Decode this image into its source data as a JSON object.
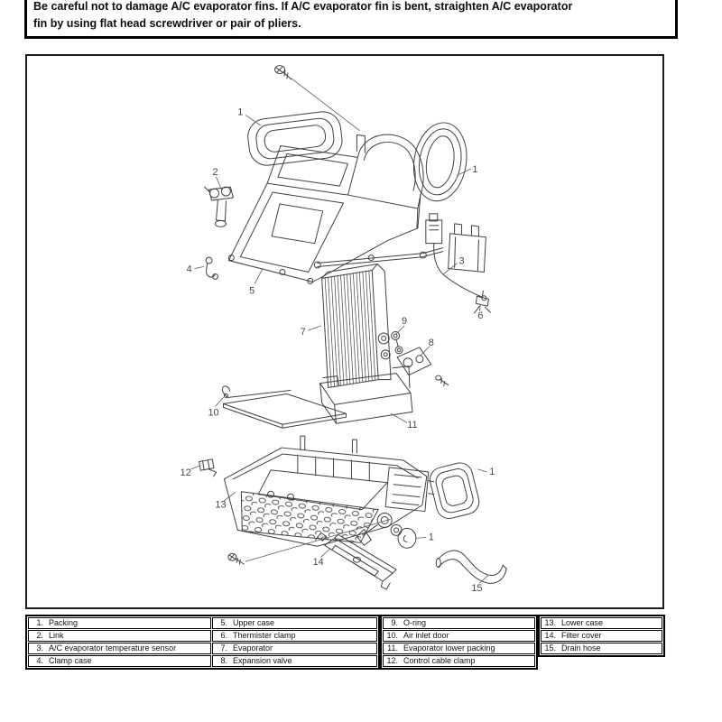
{
  "caution": {
    "line1": "Be careful not to damage A/C evaporator fins. If A/C evaporator fin is bent, straighten A/C evaporator",
    "line2": "fin by using flat head screwdriver or pair of pliers."
  },
  "diagram": {
    "callouts": [
      "1",
      "1",
      "2",
      "4",
      "5",
      "3",
      "6",
      "7",
      "9",
      "8",
      "10",
      "11",
      "12",
      "13",
      "1",
      "1",
      "14",
      "15"
    ]
  },
  "legend": {
    "items": [
      {
        "num": "1.",
        "label": "Packing"
      },
      {
        "num": "2.",
        "label": "Link"
      },
      {
        "num": "3.",
        "label": "A/C evaporator temperature sensor"
      },
      {
        "num": "4.",
        "label": "Clamp case"
      },
      {
        "num": "5.",
        "label": "Upper case"
      },
      {
        "num": "6.",
        "label": "Thermister clamp"
      },
      {
        "num": "7.",
        "label": "Evaporator"
      },
      {
        "num": "8.",
        "label": "Expansion valve"
      },
      {
        "num": "9.",
        "label": "O-ring"
      },
      {
        "num": "10.",
        "label": "Air inlet door"
      },
      {
        "num": "11.",
        "label": "Evaporator lower packing"
      },
      {
        "num": "12.",
        "label": "Control cable clamp"
      },
      {
        "num": "13.",
        "label": "Lower case"
      },
      {
        "num": "14.",
        "label": "Filter cover"
      },
      {
        "num": "15.",
        "label": "Drain hose"
      }
    ]
  },
  "colors": {
    "line_art": "#3f3f3f",
    "callout_text": "#454545",
    "border": "#000000",
    "background": "#ffffff"
  }
}
